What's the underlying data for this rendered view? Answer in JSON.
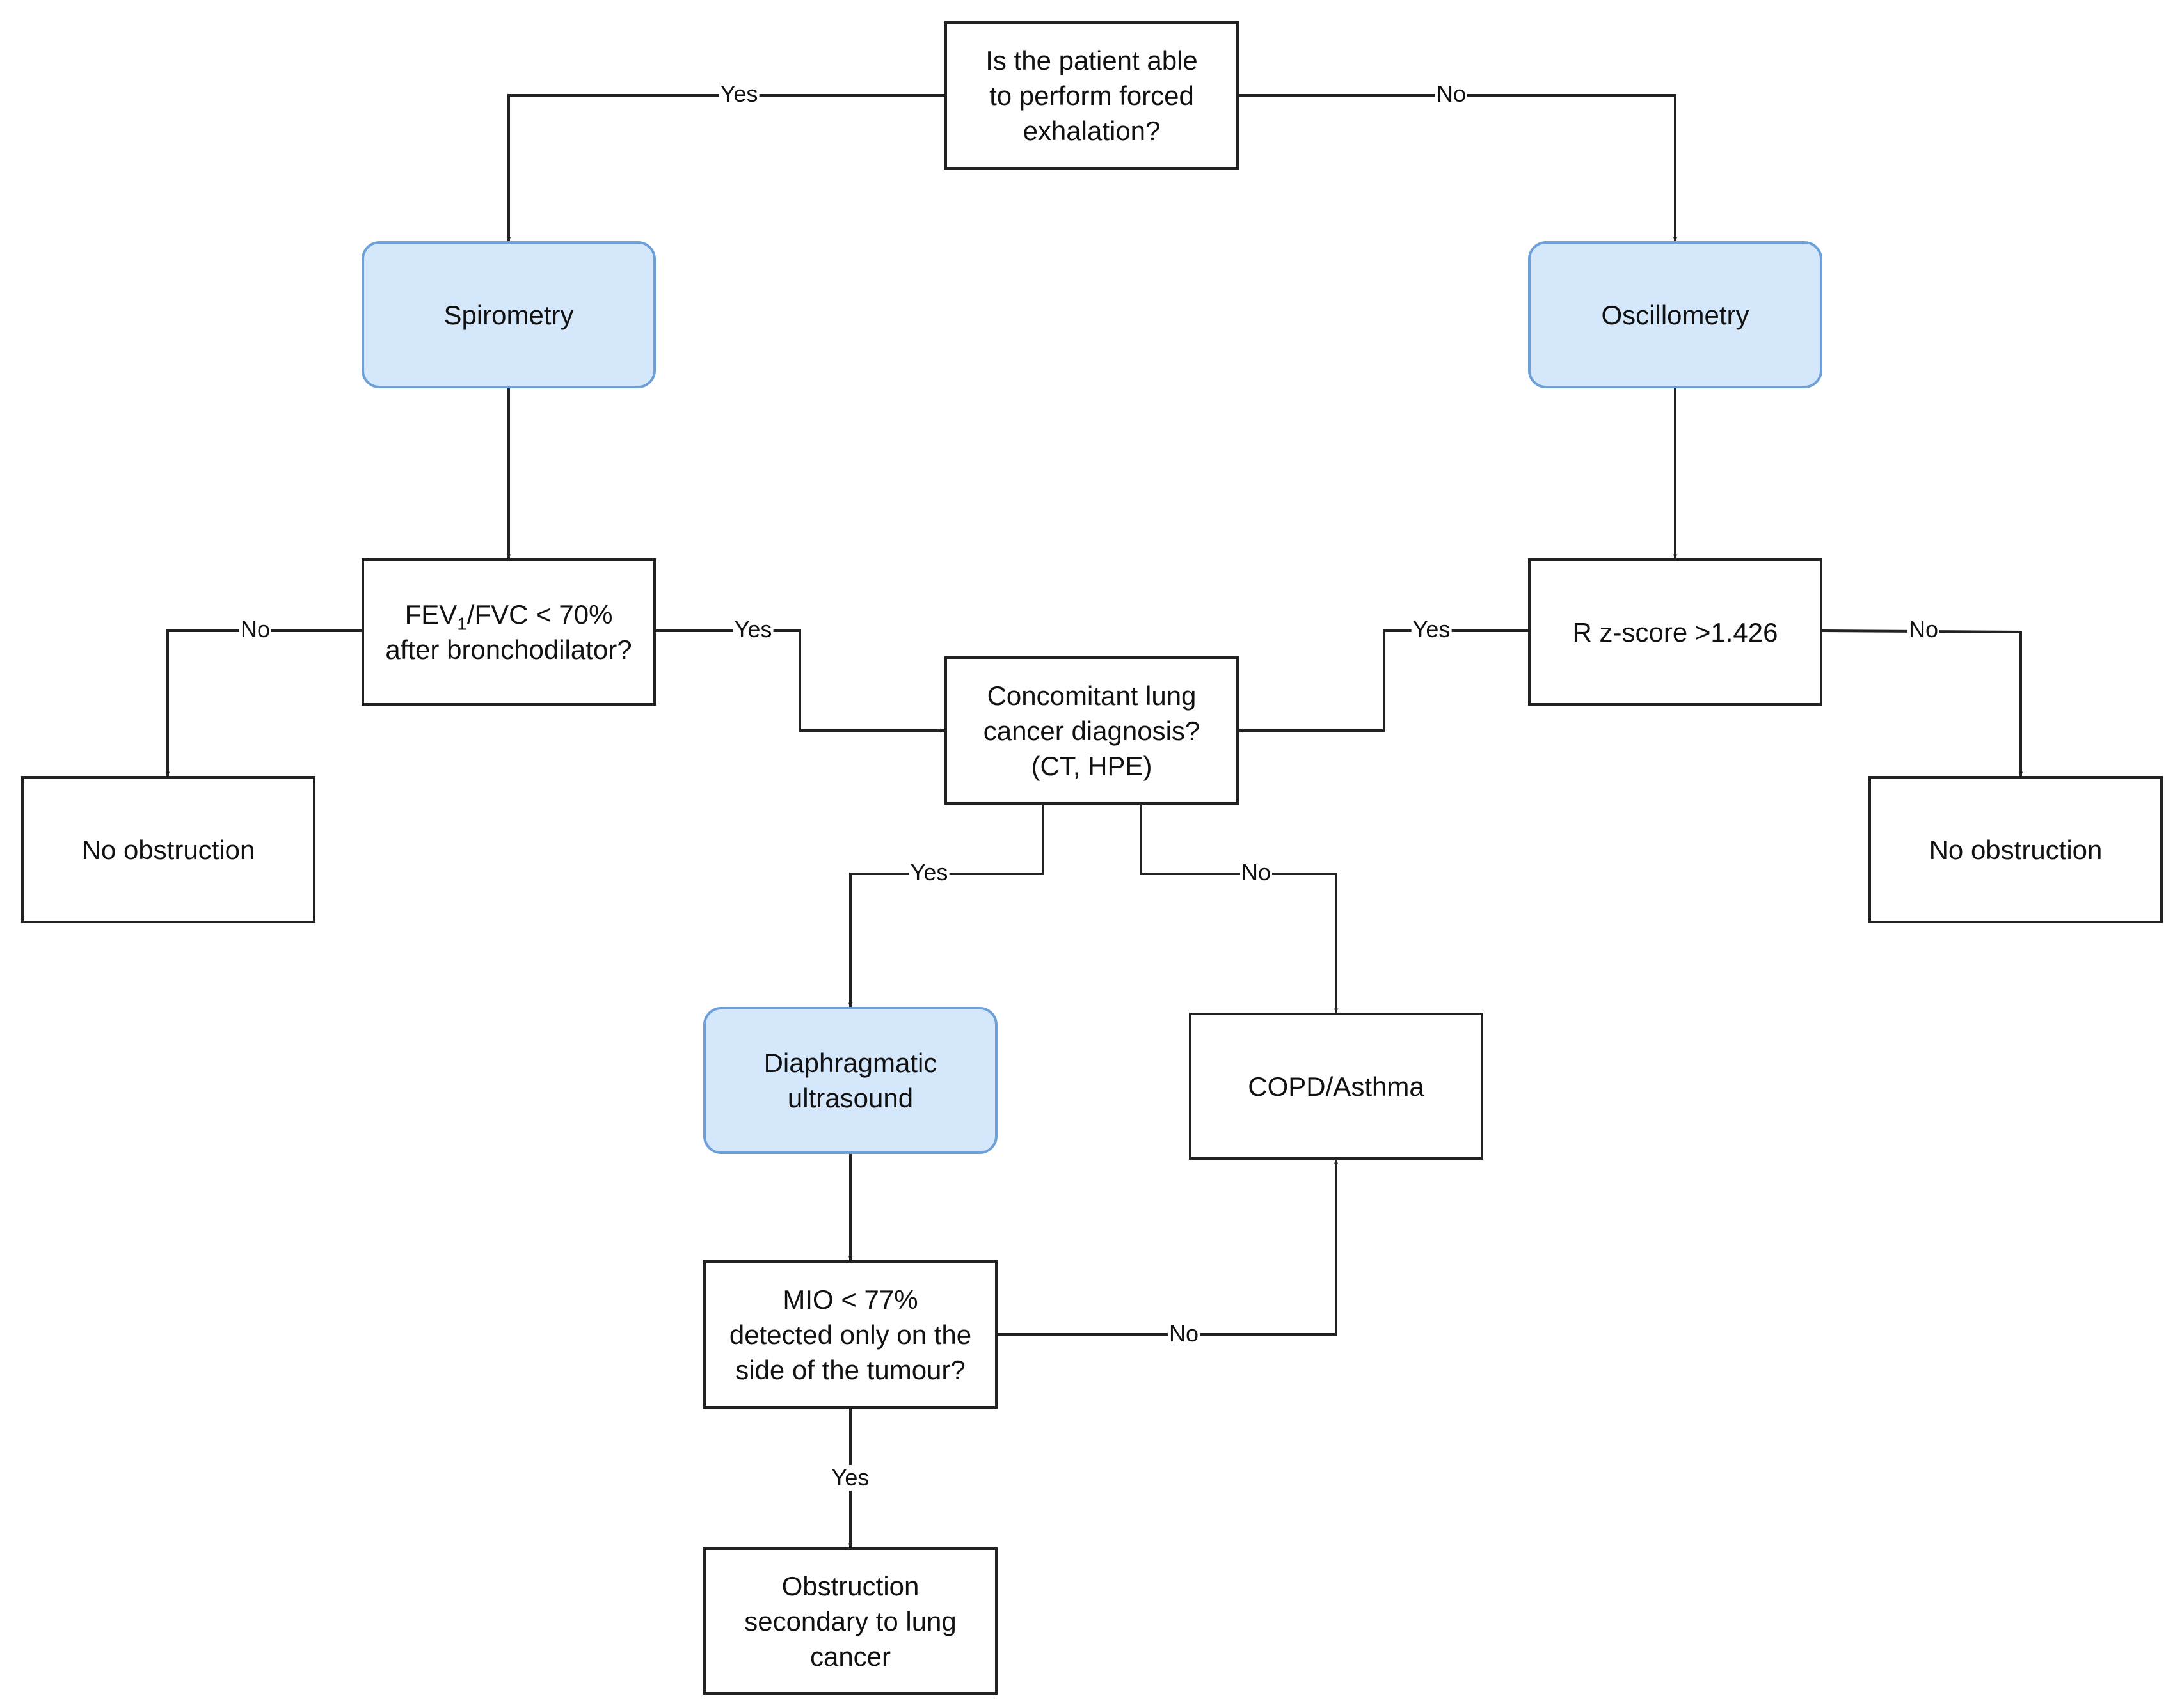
{
  "colors": {
    "process_fill": "#d5e8fb",
    "process_border": "#6d9fd8",
    "line": "#222222"
  },
  "nodes": {
    "q_forced": {
      "lines": [
        "Is the patient able",
        "to perform forced",
        "exhalation?"
      ]
    },
    "spirometry": {
      "lines": [
        "Spirometry"
      ]
    },
    "oscillometry": {
      "lines": [
        "Oscillometry"
      ]
    },
    "fev": {
      "prefix": "FEV",
      "sub": "1",
      "suffix": "/FVC < 70%",
      "line2": "after bronchodilator?"
    },
    "rz": {
      "lines": [
        "R z-score >1.426"
      ]
    },
    "cancer_q": {
      "lines": [
        "Concomitant lung",
        "cancer diagnosis?",
        "(CT, HPE)"
      ]
    },
    "no_obs_left": {
      "lines": [
        "No obstruction"
      ]
    },
    "no_obs_right": {
      "lines": [
        "No obstruction"
      ]
    },
    "diaphragm": {
      "lines": [
        "Diaphragmatic",
        "ultrasound"
      ]
    },
    "copd": {
      "lines": [
        "COPD/Asthma"
      ]
    },
    "mio": {
      "lines": [
        "MIO < 77%",
        "detected only on the",
        "side of the tumour?"
      ]
    },
    "obstruction": {
      "lines": [
        "Obstruction",
        "secondary to lung",
        "cancer"
      ]
    }
  },
  "edge_labels": {
    "forced_yes": "Yes",
    "forced_no": "No",
    "fev_no": "No",
    "fev_yes": "Yes",
    "rz_yes": "Yes",
    "rz_no": "No",
    "cancer_yes": "Yes",
    "cancer_no": "No",
    "mio_no": "No",
    "mio_yes": "Yes"
  }
}
